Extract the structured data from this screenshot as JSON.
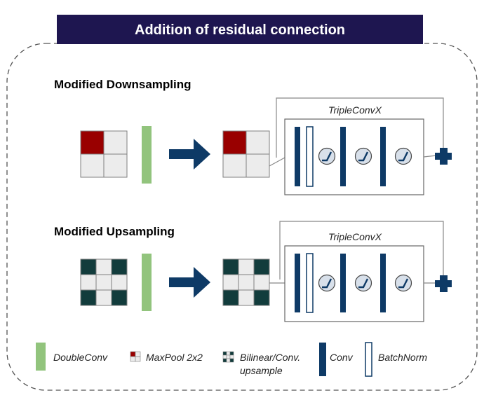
{
  "header": {
    "title": "Addition of residual connection"
  },
  "sections": {
    "down": {
      "title": "Modified Downsampling",
      "block_label": "TripleConvX"
    },
    "up": {
      "title": "Modified Upsampling",
      "block_label": "TripleConvX"
    }
  },
  "legend": {
    "doubleconv": "DoubleConv",
    "maxpool": "MaxPool 2x2",
    "upsample_line1": "Bilinear/Conv.",
    "upsample_line2": "upsample",
    "conv": "Conv",
    "batchnorm": "BatchNorm"
  },
  "colors": {
    "header_bg": "#1e1650",
    "doubleconv": "#92c47d",
    "conv": "#0e3a66",
    "maxpool_cell": "#990000",
    "grid_cell": "#ececec",
    "upsample_cell": "#123c3c",
    "arrow": "#0e3a66",
    "plus": "#0e3a66",
    "relu_fill": "#d8e0ea"
  },
  "icons": [
    "activation-icon",
    "plus-icon",
    "arrow-right-icon"
  ]
}
